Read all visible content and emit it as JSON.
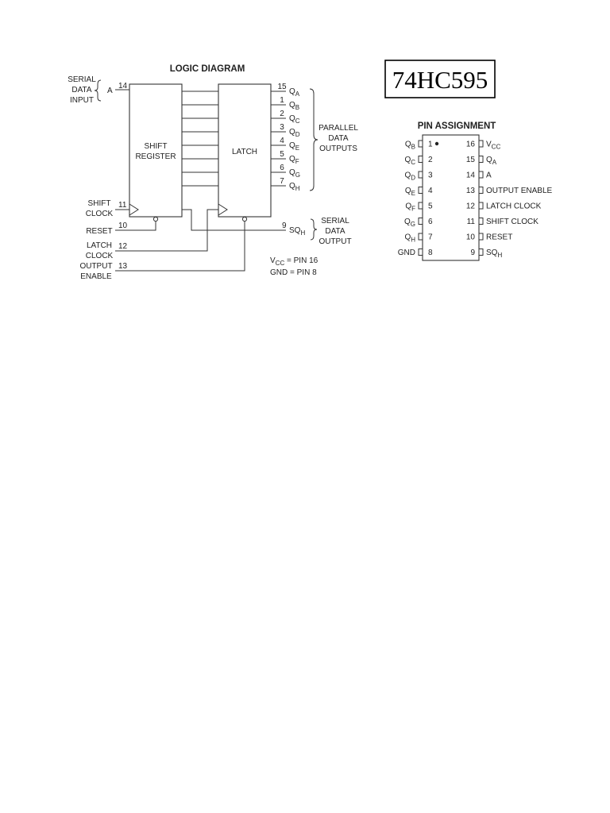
{
  "part_number": "74HC595",
  "logic_diagram": {
    "title": "LOGIC DIAGRAM",
    "blocks": {
      "shift_register": [
        "SHIFT",
        "REGISTER"
      ],
      "latch": "LATCH"
    },
    "serial_data_input": {
      "label": [
        "SERIAL",
        "DATA",
        "INPUT"
      ],
      "pin_name": "A",
      "pin": "14"
    },
    "parallel_outputs": [
      {
        "main": "Q",
        "sub": "A",
        "pin": "15"
      },
      {
        "main": "Q",
        "sub": "B",
        "pin": "1"
      },
      {
        "main": "Q",
        "sub": "C",
        "pin": "2"
      },
      {
        "main": "Q",
        "sub": "D",
        "pin": "3"
      },
      {
        "main": "Q",
        "sub": "E",
        "pin": "4"
      },
      {
        "main": "Q",
        "sub": "F",
        "pin": "5"
      },
      {
        "main": "Q",
        "sub": "G",
        "pin": "6"
      },
      {
        "main": "Q",
        "sub": "H",
        "pin": "7"
      }
    ],
    "parallel_outputs_label": [
      "PARALLEL",
      "DATA",
      "OUTPUTS"
    ],
    "serial_output": {
      "main": "SQ",
      "sub": "H",
      "pin": "9"
    },
    "serial_output_label": [
      "SERIAL",
      "DATA",
      "OUTPUT"
    ],
    "shift_clock": {
      "label": [
        "SHIFT",
        "CLOCK"
      ],
      "pin": "11"
    },
    "reset": {
      "label": "RESET",
      "pin": "10"
    },
    "latch_clock": {
      "label": [
        "LATCH",
        "CLOCK"
      ],
      "pin": "12"
    },
    "output_enable": {
      "label": [
        "OUTPUT",
        "ENABLE"
      ],
      "pin": "13"
    },
    "power_note": {
      "vcc": {
        "main": "V",
        "sub": "CC",
        "rest": " = PIN 16"
      },
      "gnd": "GND = PIN 8"
    }
  },
  "pin_assignment": {
    "title": "PIN ASSIGNMENT",
    "left": [
      {
        "num": "1",
        "main": "Q",
        "sub": "B"
      },
      {
        "num": "2",
        "main": "Q",
        "sub": "C"
      },
      {
        "num": "3",
        "main": "Q",
        "sub": "D"
      },
      {
        "num": "4",
        "main": "Q",
        "sub": "E"
      },
      {
        "num": "5",
        "main": "Q",
        "sub": "F"
      },
      {
        "num": "6",
        "main": "Q",
        "sub": "G"
      },
      {
        "num": "7",
        "main": "Q",
        "sub": "H"
      },
      {
        "num": "8",
        "main": "GND",
        "sub": ""
      }
    ],
    "right": [
      {
        "num": "16",
        "main": "V",
        "sub": "CC"
      },
      {
        "num": "15",
        "main": "Q",
        "sub": "A"
      },
      {
        "num": "14",
        "main": "A",
        "sub": ""
      },
      {
        "num": "13",
        "main": "OUTPUT ENABLE",
        "sub": ""
      },
      {
        "num": "12",
        "main": "LATCH CLOCK",
        "sub": ""
      },
      {
        "num": "11",
        "main": "SHIFT CLOCK",
        "sub": ""
      },
      {
        "num": "10",
        "main": "RESET",
        "sub": ""
      },
      {
        "num": "9",
        "main": "SQ",
        "sub": "H"
      }
    ]
  }
}
